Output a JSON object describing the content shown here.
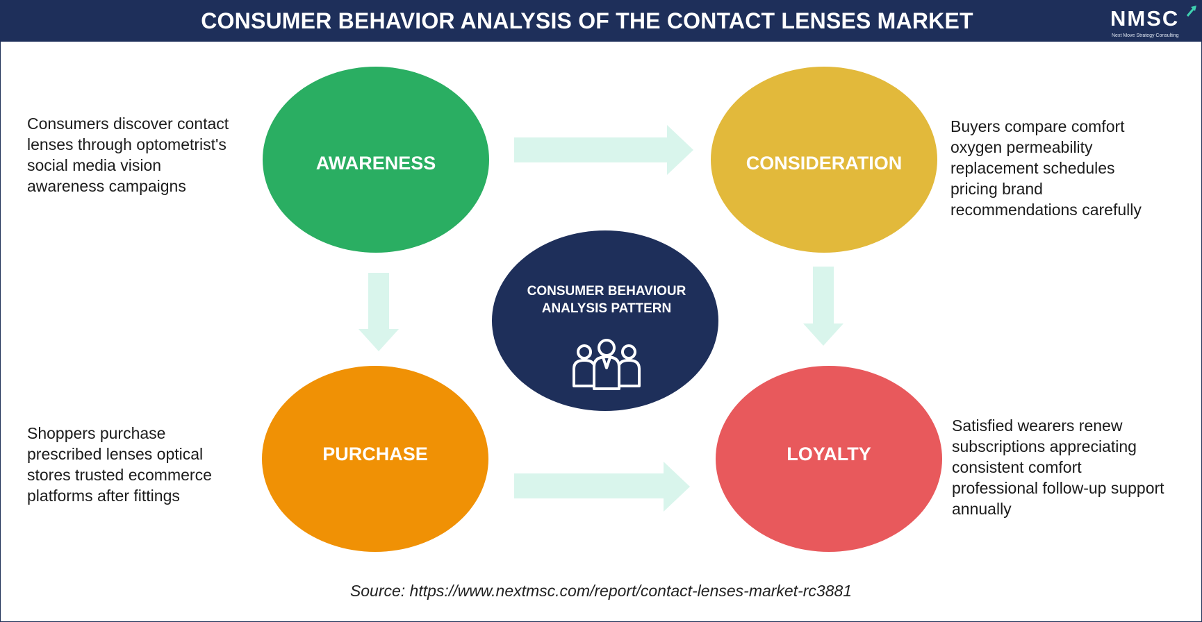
{
  "header": {
    "title": "CONSUMER BEHAVIOR ANALYSIS OF THE CONTACT LENSES MARKET",
    "logo_text": "NMSC",
    "logo_subtitle": "Next Move Strategy Consulting"
  },
  "colors": {
    "header_bg": "#1e2f5a",
    "awareness": "#2aae62",
    "consideration": "#e2b93b",
    "purchase": "#f09105",
    "loyalty": "#e8595c",
    "center": "#1e2f5a",
    "arrow": "#d9f5ec"
  },
  "center": {
    "line1": "CONSUMER BEHAVIOUR",
    "line2": "ANALYSIS PATTERN",
    "icon": "group-of-people-icon"
  },
  "stages": {
    "awareness": {
      "label": "AWARENESS",
      "lines": [
        "Consumers discover contact",
        "lenses through optometrist's",
        "social media vision",
        "awareness campaigns"
      ]
    },
    "consideration": {
      "label": "CONSIDERATION",
      "lines": [
        "Buyers compare comfort",
        "oxygen permeability",
        "replacement schedules",
        "pricing brand",
        "recommendations carefully"
      ]
    },
    "purchase": {
      "label": "PURCHASE",
      "lines": [
        "Shoppers purchase",
        "prescribed lenses optical",
        "stores trusted ecommerce",
        "platforms after fittings"
      ]
    },
    "loyalty": {
      "label": "LOYALTY",
      "lines": [
        "Satisfied wearers renew",
        "subscriptions appreciating",
        "consistent comfort",
        "professional follow-up support",
        "annually"
      ]
    }
  },
  "source": "Source: https://www.nextmsc.com/report/contact-lenses-market-rc3881"
}
